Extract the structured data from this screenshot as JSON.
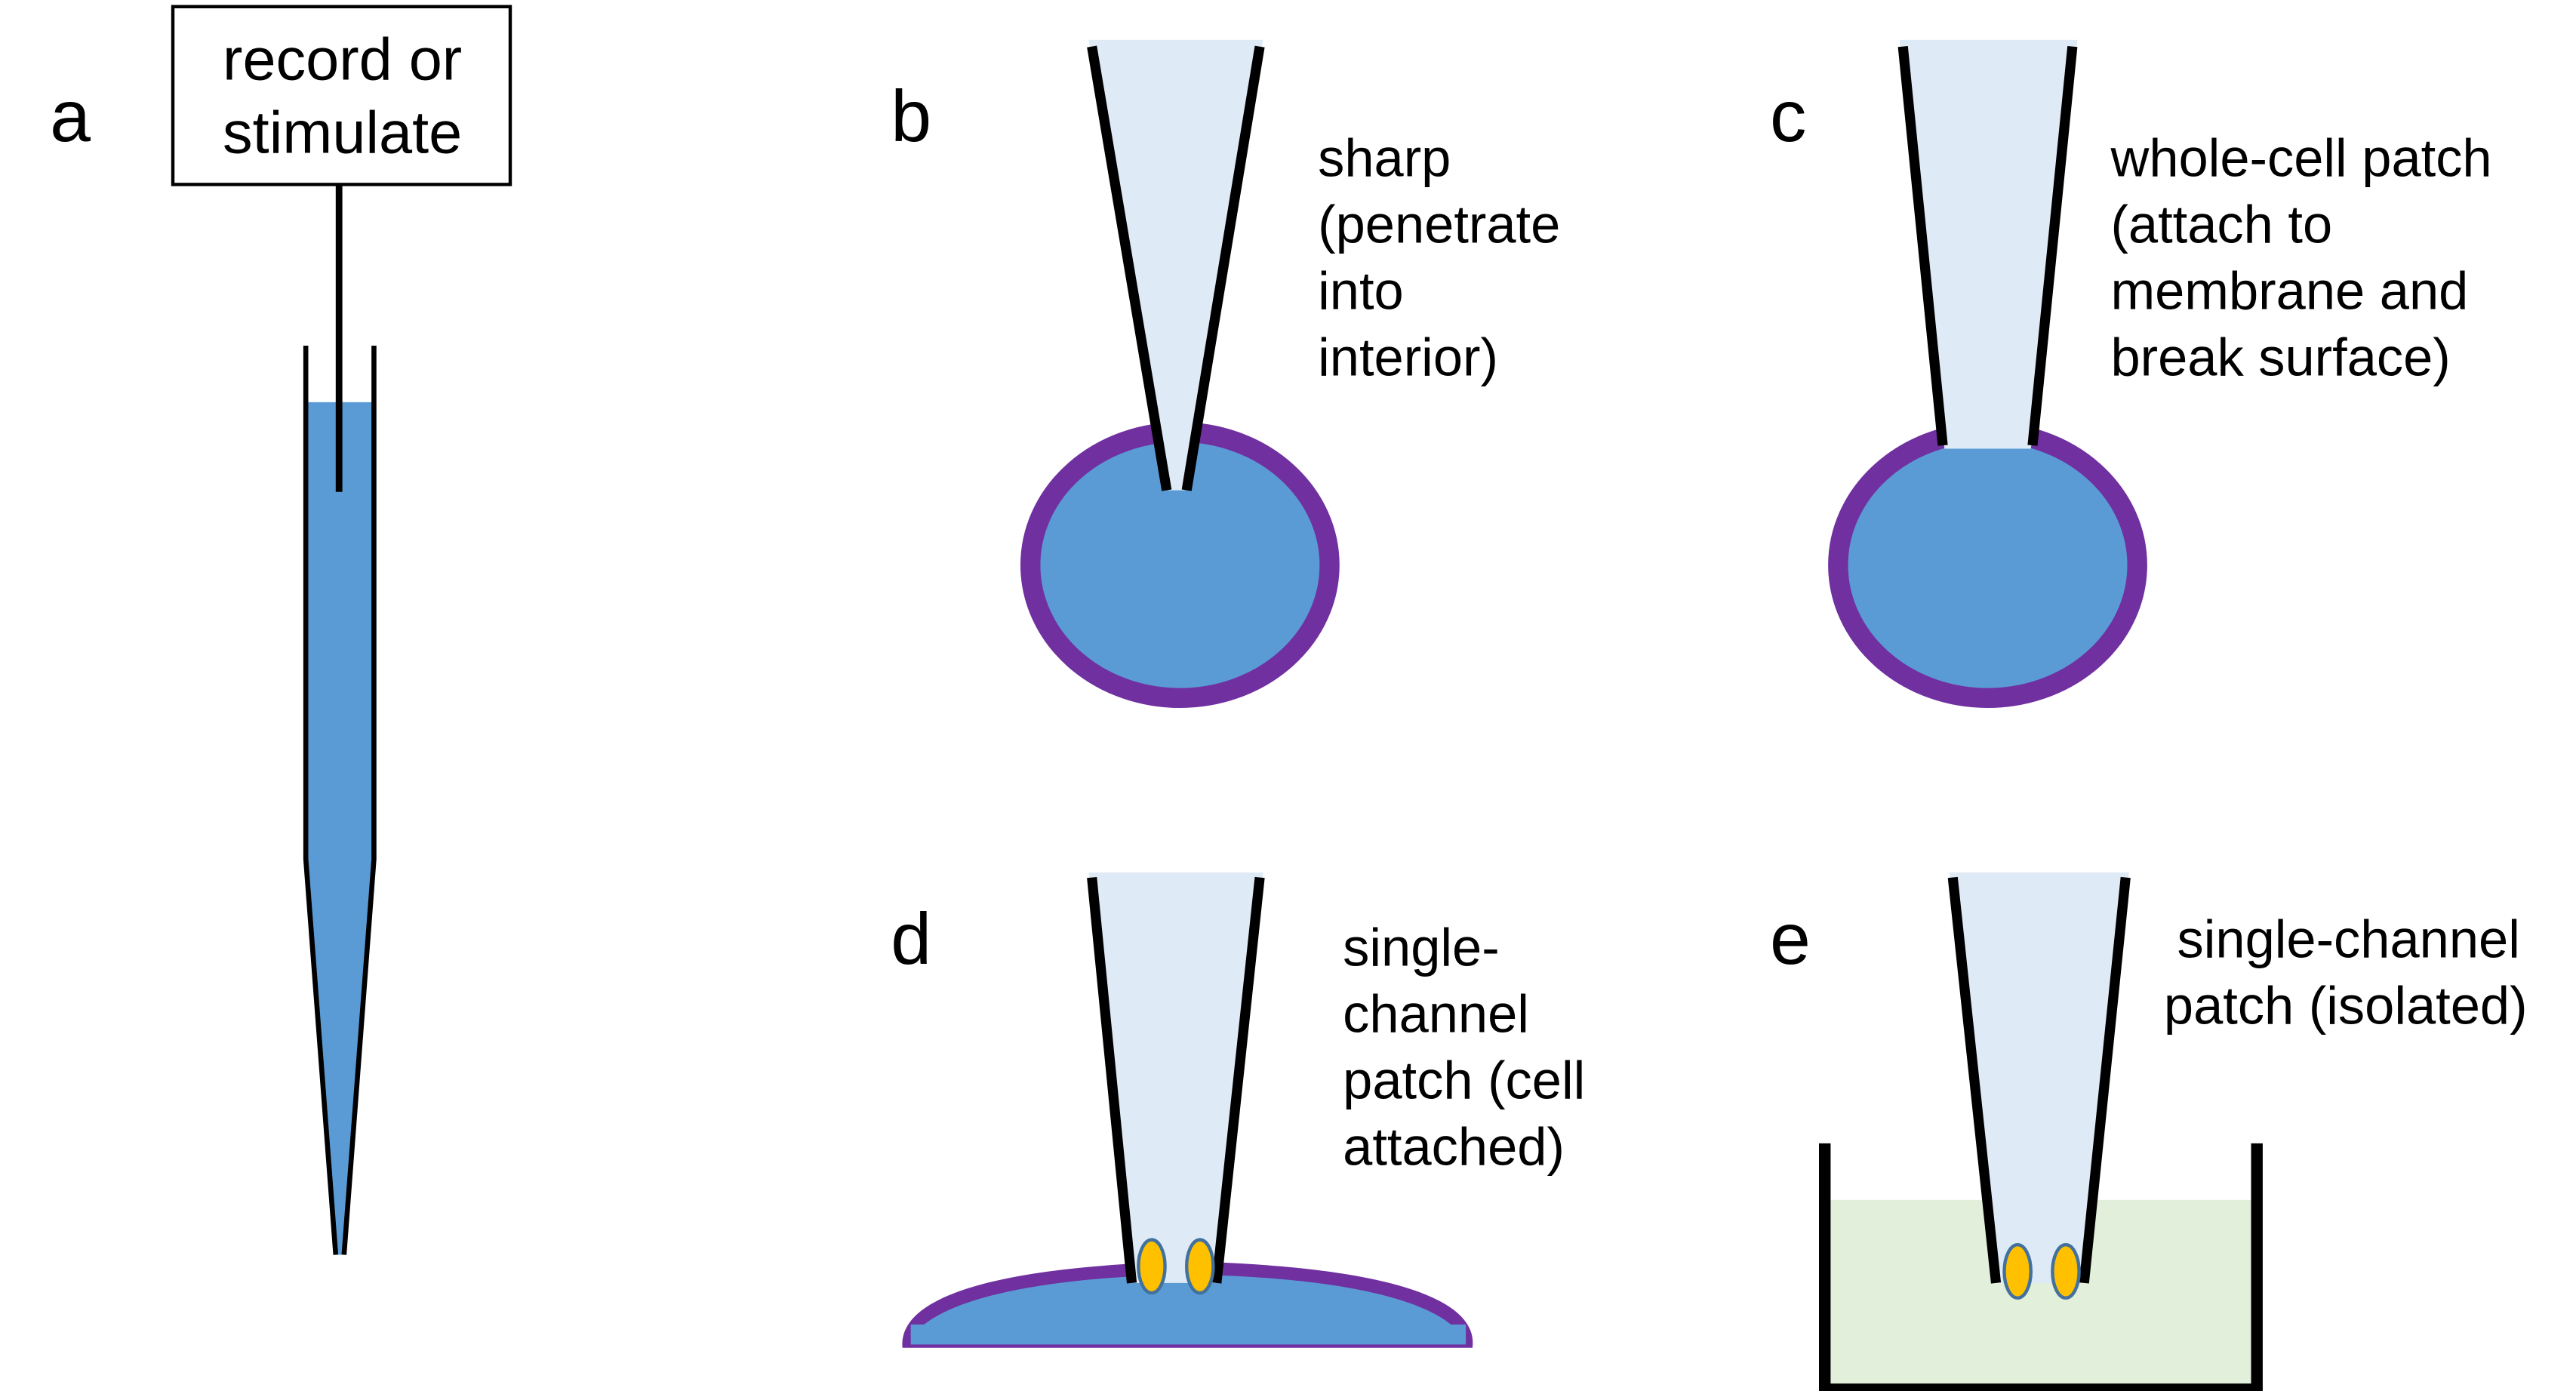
{
  "colors": {
    "cell_fill": "#5b9bd5",
    "membrane": "#7030a0",
    "pipette_fill": "#deeaf6",
    "channel_fill": "#ffc000",
    "channel_stroke": "#41719c",
    "bath_fill": "#e2efda"
  },
  "panel_a": {
    "label": "a",
    "box_lines": [
      "record or",
      "stimulate"
    ]
  },
  "panel_b": {
    "label": "b",
    "caption_lines": [
      "sharp",
      "(penetrate",
      "into",
      "interior)"
    ]
  },
  "panel_c": {
    "label": "c",
    "caption_lines": [
      "whole-cell patch",
      "(attach to",
      "membrane  and",
      "break surface)"
    ]
  },
  "panel_d": {
    "label": "d",
    "caption_lines": [
      "single-",
      "channel",
      "patch (cell",
      "attached)"
    ]
  },
  "panel_e": {
    "label": "e",
    "caption_lines": [
      "single-channel",
      "patch (isolated)"
    ]
  }
}
